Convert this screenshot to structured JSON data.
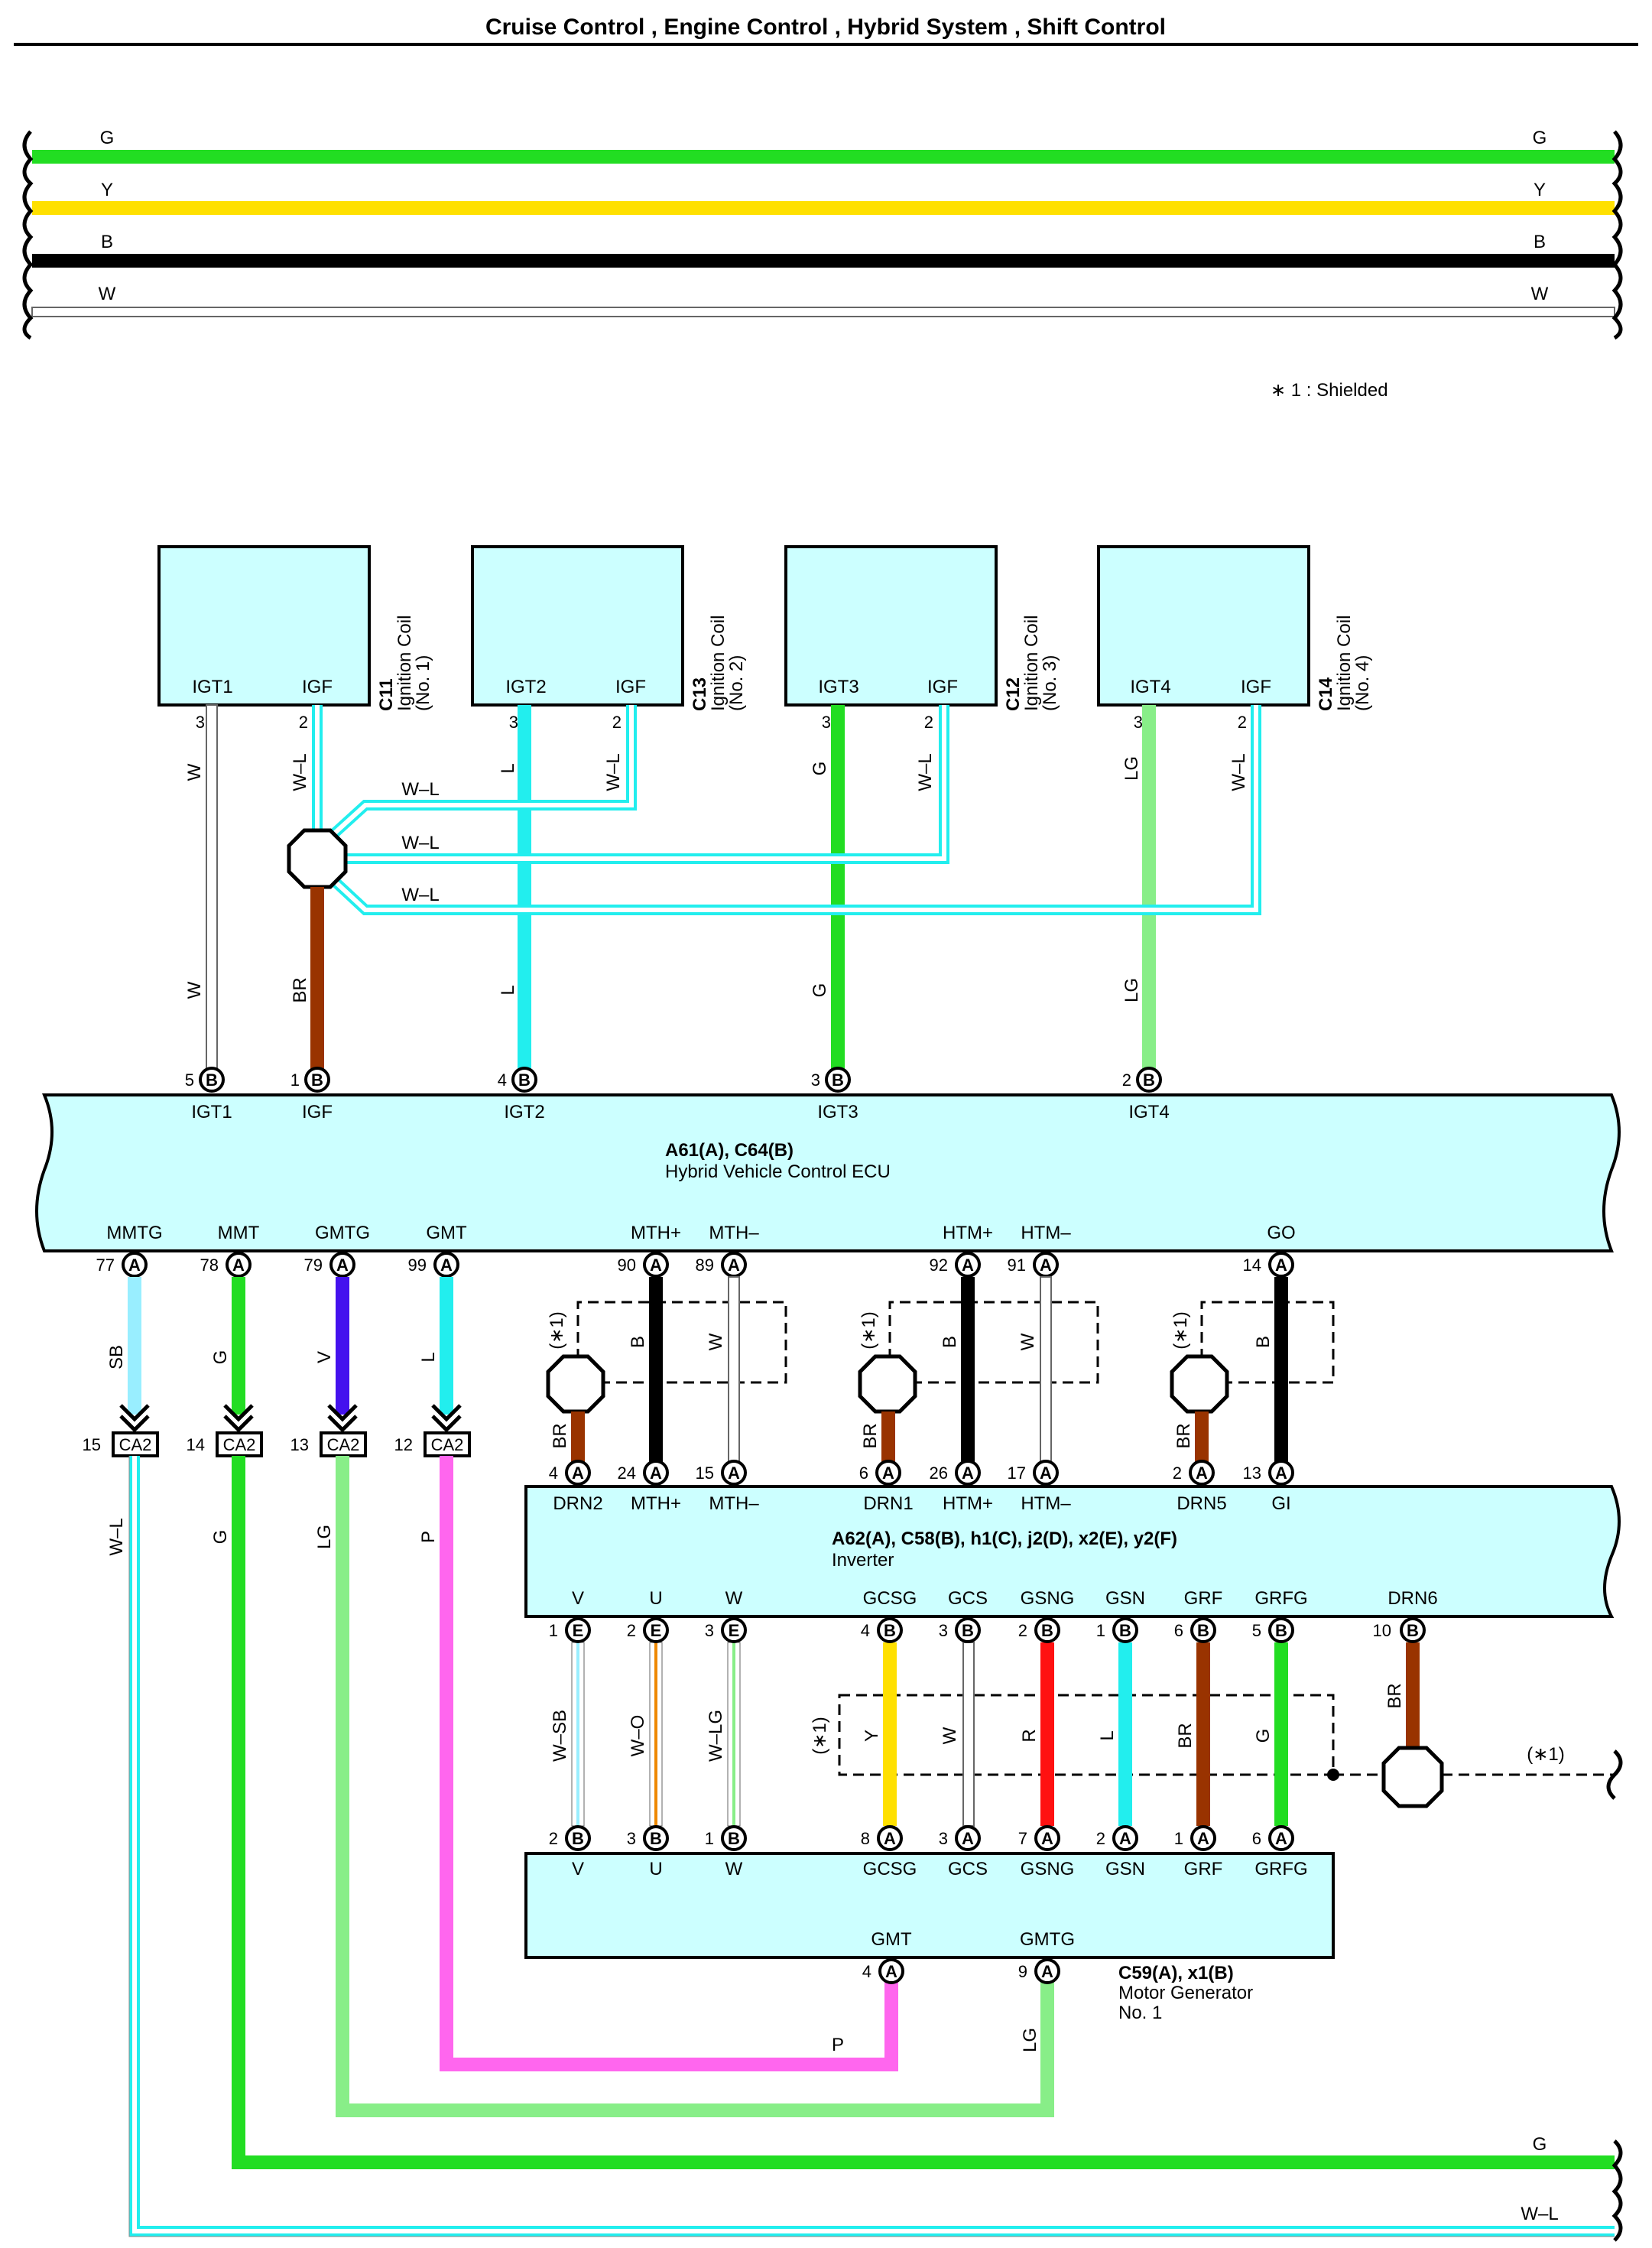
{
  "title": "Cruise Control , Engine Control , Hybrid System , Shift Control",
  "top_bus": [
    {
      "label": "G",
      "color": "#22dd22"
    },
    {
      "label": "Y",
      "color": "#ffe000"
    },
    {
      "label": "B",
      "color": "#000000"
    },
    {
      "label": "W",
      "color": "#ffffff"
    }
  ],
  "shield_note": "∗ 1 : Shielded",
  "ignition_coils": [
    {
      "code": "C11",
      "name": "Ignition Coil",
      "num": "(No. 1)",
      "igt": "IGT1",
      "igf": "IGF",
      "igt_pin": "3",
      "igf_pin": "2",
      "igt_wire": "W",
      "igf_wire": "W–L",
      "igt_color": "#ffffff"
    },
    {
      "code": "C13",
      "name": "Ignition Coil",
      "num": "(No. 2)",
      "igt": "IGT2",
      "igf": "IGF",
      "igt_pin": "3",
      "igf_pin": "2",
      "igt_wire": "L",
      "igf_wire": "W–L",
      "igt_color": "#22eeee"
    },
    {
      "code": "C12",
      "name": "Ignition Coil",
      "num": "(No. 3)",
      "igt": "IGT3",
      "igf": "IGF",
      "igt_pin": "3",
      "igf_pin": "2",
      "igt_wire": "G",
      "igf_wire": "W–L",
      "igt_color": "#22dd22"
    },
    {
      "code": "C14",
      "name": "Ignition Coil",
      "num": "(No. 4)",
      "igt": "IGT4",
      "igf": "IGF",
      "igt_pin": "3",
      "igf_pin": "2",
      "igt_wire": "LG",
      "igf_wire": "W–L",
      "igt_color": "#88ee88"
    }
  ],
  "splice_labels": [
    "W–L",
    "W–L",
    "W–L"
  ],
  "igf_out_wire": "BR",
  "ecu": {
    "code": "A61(A), C64(B)",
    "name": "Hybrid Vehicle Control ECU",
    "top_pins": [
      {
        "pin": "5",
        "conn": "B",
        "label": "IGT1",
        "wire": "W"
      },
      {
        "pin": "1",
        "conn": "B",
        "label": "IGF",
        "wire": "BR"
      },
      {
        "pin": "4",
        "conn": "B",
        "label": "IGT2",
        "wire": "L"
      },
      {
        "pin": "3",
        "conn": "B",
        "label": "IGT3",
        "wire": "G"
      },
      {
        "pin": "2",
        "conn": "B",
        "label": "IGT4",
        "wire": "LG"
      }
    ],
    "bottom_pins": [
      {
        "pin": "77",
        "conn": "A",
        "label": "MMTG"
      },
      {
        "pin": "78",
        "conn": "A",
        "label": "MMT"
      },
      {
        "pin": "79",
        "conn": "A",
        "label": "GMTG"
      },
      {
        "pin": "99",
        "conn": "A",
        "label": "GMT"
      },
      {
        "pin": "90",
        "conn": "A",
        "label": "MTH+"
      },
      {
        "pin": "89",
        "conn": "A",
        "label": "MTH–"
      },
      {
        "pin": "92",
        "conn": "A",
        "label": "HTM+"
      },
      {
        "pin": "91",
        "conn": "A",
        "label": "HTM–"
      },
      {
        "pin": "14",
        "conn": "A",
        "label": "GO"
      }
    ]
  },
  "ca2": [
    {
      "upper_wire": "SB",
      "pin": "15",
      "name": "CA2",
      "lower_wire": "W–L"
    },
    {
      "upper_wire": "G",
      "pin": "14",
      "name": "CA2",
      "lower_wire": "G"
    },
    {
      "upper_wire": "V",
      "pin": "13",
      "name": "CA2",
      "lower_wire": "LG"
    },
    {
      "upper_wire": "L",
      "pin": "12",
      "name": "CA2",
      "lower_wire": "P"
    }
  ],
  "shielded_groups": [
    {
      "mark": "(∗1)",
      "wires": [
        "BR",
        "B",
        "W"
      ]
    },
    {
      "mark": "(∗1)",
      "wires": [
        "BR",
        "B",
        "W"
      ]
    },
    {
      "mark": "(∗1)",
      "wires": [
        "BR",
        "B"
      ]
    }
  ],
  "inverter": {
    "code": "A62(A), C58(B), h1(C), j2(D), x2(E), y2(F)",
    "name": "Inverter",
    "top_pins": [
      {
        "pin": "4",
        "conn": "A",
        "label": "DRN2"
      },
      {
        "pin": "24",
        "conn": "A",
        "label": "MTH+"
      },
      {
        "pin": "15",
        "conn": "A",
        "label": "MTH–"
      },
      {
        "pin": "6",
        "conn": "A",
        "label": "DRN1"
      },
      {
        "pin": "26",
        "conn": "A",
        "label": "HTM+"
      },
      {
        "pin": "17",
        "conn": "A",
        "label": "HTM–"
      },
      {
        "pin": "2",
        "conn": "A",
        "label": "DRN5"
      },
      {
        "pin": "13",
        "conn": "A",
        "label": "GI"
      }
    ],
    "bottom_pins": [
      {
        "pin": "1",
        "conn": "E",
        "label": "V"
      },
      {
        "pin": "2",
        "conn": "E",
        "label": "U"
      },
      {
        "pin": "3",
        "conn": "E",
        "label": "W"
      },
      {
        "pin": "4",
        "conn": "B",
        "label": "GCSG"
      },
      {
        "pin": "3",
        "conn": "B",
        "label": "GCS"
      },
      {
        "pin": "2",
        "conn": "B",
        "label": "GSNG"
      },
      {
        "pin": "1",
        "conn": "B",
        "label": "GSN"
      },
      {
        "pin": "6",
        "conn": "B",
        "label": "GRF"
      },
      {
        "pin": "5",
        "conn": "B",
        "label": "GRFG"
      },
      {
        "pin": "10",
        "conn": "B",
        "label": "DRN6"
      }
    ]
  },
  "inv_mg_wires": [
    "W–SB",
    "W–O",
    "W–LG",
    "Y",
    "W",
    "R",
    "L",
    "BR",
    "G"
  ],
  "drn6_wire": "BR",
  "shield_mark_left": "(∗1)",
  "shield_mark_right": "(∗1)",
  "motor_generator": {
    "code": "C59(A), x1(B)",
    "name": "Motor Generator",
    "num": "No. 1",
    "top_pins": [
      {
        "pin": "2",
        "conn": "B",
        "label": "V"
      },
      {
        "pin": "3",
        "conn": "B",
        "label": "U"
      },
      {
        "pin": "1",
        "conn": "B",
        "label": "W"
      },
      {
        "pin": "8",
        "conn": "A",
        "label": "GCSG"
      },
      {
        "pin": "3",
        "conn": "A",
        "label": "GCS"
      },
      {
        "pin": "7",
        "conn": "A",
        "label": "GSNG"
      },
      {
        "pin": "2",
        "conn": "A",
        "label": "GSN"
      },
      {
        "pin": "1",
        "conn": "A",
        "label": "GRF"
      },
      {
        "pin": "6",
        "conn": "A",
        "label": "GRFG"
      }
    ],
    "bottom_pins": [
      {
        "pin": "4",
        "conn": "A",
        "label": "GMT"
      },
      {
        "pin": "9",
        "conn": "A",
        "label": "GMTG"
      }
    ]
  },
  "bottom_wires": [
    {
      "label": "P"
    },
    {
      "label": "LG"
    },
    {
      "label": "G"
    },
    {
      "label": "W–L"
    }
  ],
  "colors": {
    "box_fill": "#ccffff",
    "green": "#22dd22",
    "yellow": "#ffe000",
    "cyan": "#22eeee",
    "light_green": "#88ee88",
    "brown": "#993300",
    "sky": "#99eeff",
    "violet": "#4411ee",
    "pink": "#ff66ee",
    "red": "#ff1111",
    "orange": "#ee8800"
  }
}
